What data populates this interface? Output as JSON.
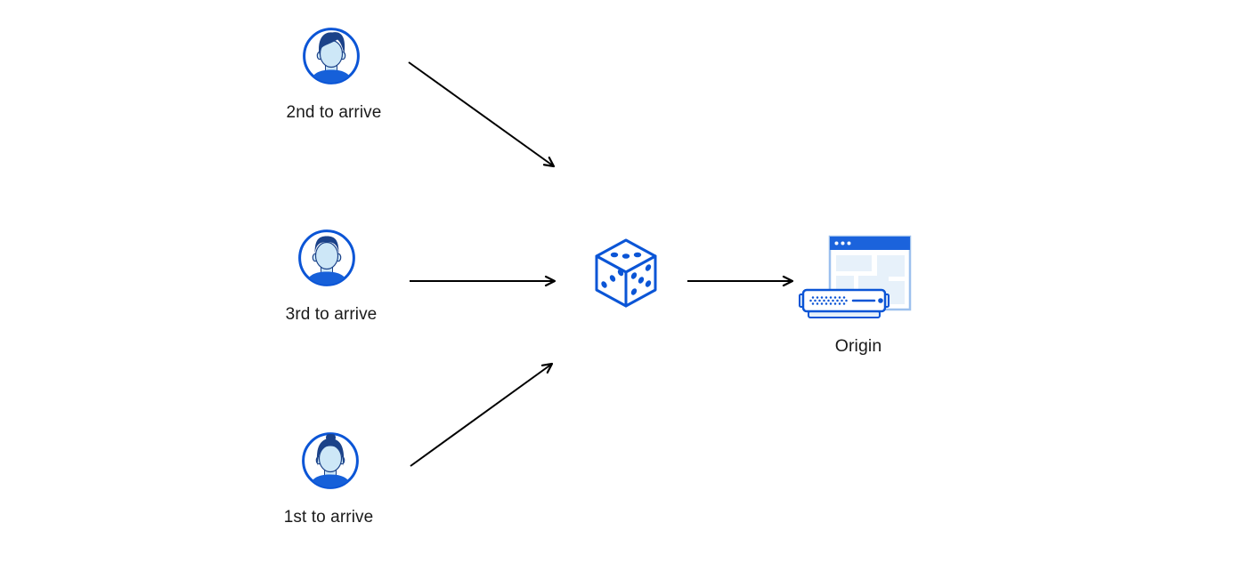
{
  "colors": {
    "background": "#ffffff",
    "accent": "#0b55d6",
    "navy": "#1b4289",
    "face": "#cde7f7",
    "shirt": "#1660d9",
    "titlebar": "#1b63dc",
    "light_fill": "#e7f1fa",
    "window_border": "#9cc0ee",
    "arrow": "#000000",
    "text": "#1a1a1a"
  },
  "nodes": {
    "visitor_2nd": {
      "label": "2nd to arrive",
      "icon": "avatar-man-pompadour-icon"
    },
    "visitor_3rd": {
      "label": "3rd to arrive",
      "icon": "avatar-man-flattop-icon"
    },
    "visitor_1st": {
      "label": "1st to arrive",
      "icon": "avatar-woman-bun-icon"
    },
    "randomizer": {
      "icon": "dice-icon"
    },
    "origin": {
      "label": "Origin",
      "icon": "origin-server-browser-icon"
    }
  },
  "edges": [
    {
      "from": "visitor_2nd",
      "to": "randomizer"
    },
    {
      "from": "visitor_3rd",
      "to": "randomizer"
    },
    {
      "from": "visitor_1st",
      "to": "randomizer"
    },
    {
      "from": "randomizer",
      "to": "origin"
    }
  ]
}
